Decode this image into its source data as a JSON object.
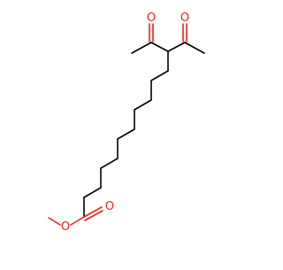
{
  "structure": {
    "bond_color": "#000000",
    "heteroatom_color": "#e8231f",
    "atoms": {
      "o1": "O",
      "o2": "O",
      "o3": "O",
      "o4": "O"
    }
  }
}
